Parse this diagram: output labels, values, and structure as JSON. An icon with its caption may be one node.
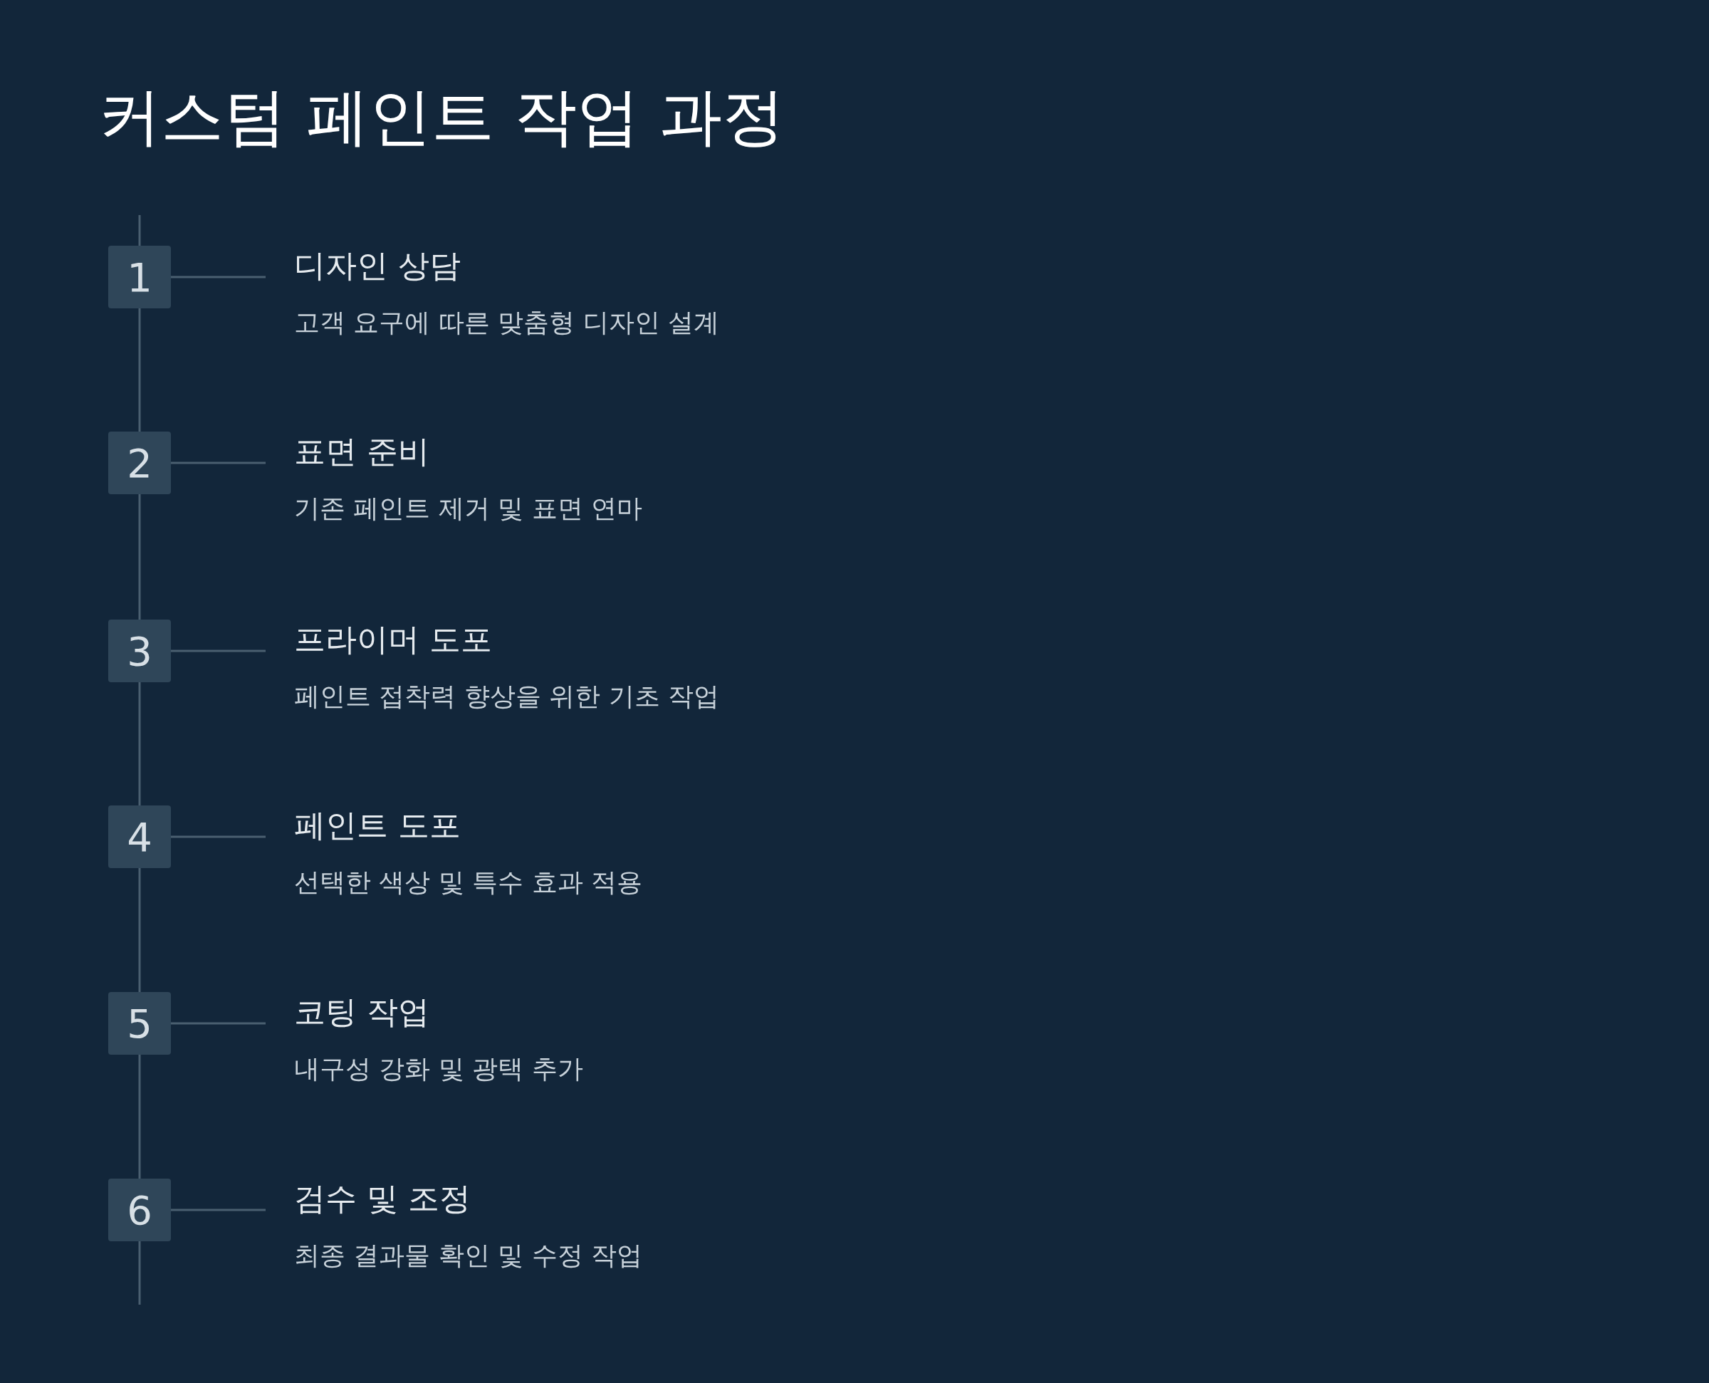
{
  "diagram": {
    "title": "커스텀 페인트 작업 과정",
    "nodes": [
      {
        "text": [
          "1"
        ]
      },
      {
        "text": [
          "디자인 상담",
          "고객 요구에 따른 맞춤형 디자인 설계"
        ]
      },
      {
        "text": [
          "2"
        ]
      },
      {
        "text": [
          "표면 준비",
          "기존 페인트 제거 및 표면 연마"
        ]
      },
      {
        "text": [
          "3"
        ]
      },
      {
        "text": [
          "프라이머 도포",
          "페인트 접착력 향상을 위한 기초 작업"
        ]
      },
      {
        "text": [
          "4"
        ]
      },
      {
        "text": [
          "페인트 도포",
          "선택한 색상 및 특수 효과 적용"
        ]
      },
      {
        "text": [
          "5"
        ]
      },
      {
        "text": [
          "코팅 작업",
          "내구성 강화 및 광택 추가"
        ]
      },
      {
        "text": [
          "6"
        ]
      },
      {
        "text": [
          "검수 및 조정",
          "최종 결과물 확인 및 수정 작업"
        ]
      }
    ],
    "edges": [
      {
        "from": 0,
        "to": 1,
        "arrow": "none"
      },
      {
        "from": 0,
        "to": 2,
        "arrow": "none"
      },
      {
        "from": 2,
        "to": 3,
        "arrow": "none"
      },
      {
        "from": 2,
        "to": 4,
        "arrow": "none"
      },
      {
        "from": 4,
        "to": 5,
        "arrow": "none"
      },
      {
        "from": 4,
        "to": 6,
        "arrow": "none"
      },
      {
        "from": 6,
        "to": 7,
        "arrow": "none"
      },
      {
        "from": 6,
        "to": 8,
        "arrow": "none"
      },
      {
        "from": 8,
        "to": 9,
        "arrow": "none"
      },
      {
        "from": 8,
        "to": 10,
        "arrow": "none"
      },
      {
        "from": 10,
        "to": 11,
        "arrow": "none"
      }
    ]
  }
}
